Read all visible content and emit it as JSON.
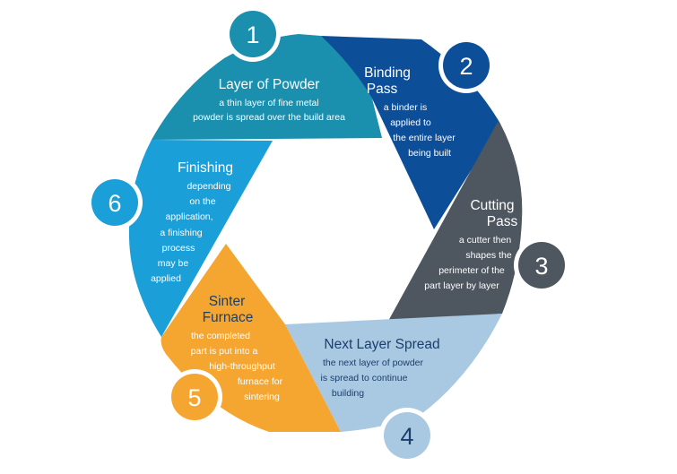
{
  "colors": {
    "step1": "#1a8fae",
    "step2": "#0d4e99",
    "step3": "#4e5660",
    "step4": "#a9c8e2",
    "step5": "#f5a630",
    "step6": "#1a9fd8",
    "light_text": "#ffffff",
    "dark_text": "#1b3f6b"
  },
  "steps": [
    {
      "number": "1",
      "icon": "number-circle",
      "title": [
        "Layer of Powder"
      ],
      "body": [
        "a thin layer of fine metal",
        "powder is spread over the build area"
      ]
    },
    {
      "number": "2",
      "icon": "number-circle",
      "title": [
        "Binding",
        "Pass"
      ],
      "body": [
        "a binder is",
        "applied to",
        "the entire layer",
        "being built"
      ]
    },
    {
      "number": "3",
      "icon": "number-circle",
      "title": [
        "Cutting",
        "Pass"
      ],
      "body": [
        "a cutter then",
        "shapes the",
        "perimeter of the",
        "part layer by layer"
      ]
    },
    {
      "number": "4",
      "icon": "number-circle",
      "title": [
        "Next Layer Spread"
      ],
      "body": [
        "the next layer of powder",
        "is spread to continue",
        "building"
      ]
    },
    {
      "number": "5",
      "icon": "number-circle",
      "title": [
        "Sinter",
        "Furnace"
      ],
      "body": [
        "the completed",
        "part is put into a",
        "high-throughput",
        "furnace for",
        "sintering"
      ]
    },
    {
      "number": "6",
      "icon": "number-circle",
      "title": [
        "Finishing"
      ],
      "body": [
        "depending",
        "on the",
        "application,",
        "a finishing",
        "process",
        "may be",
        "applied"
      ]
    }
  ]
}
